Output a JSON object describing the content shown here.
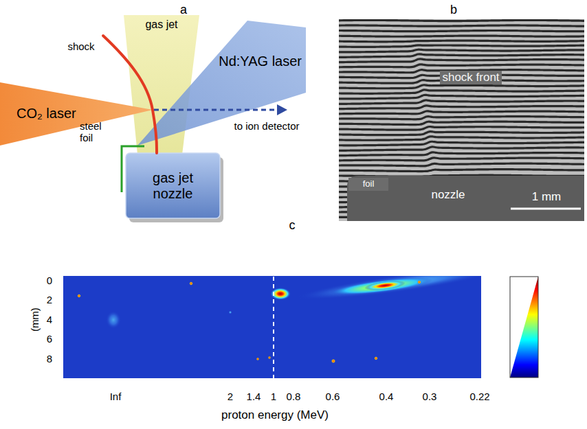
{
  "diagram": {
    "nodes": [
      {
        "text": [
          "gas jet"
        ]
      },
      {
        "text": [
          "CO₂ laser"
        ]
      },
      {
        "text": [
          "Nd:YAG laser"
        ]
      },
      {
        "text": [
          "gas jet nozzle"
        ]
      }
    ],
    "labels": [
      "a",
      "b",
      "c",
      "shock",
      "steel foil",
      "to ion detector",
      "shock front",
      "foil",
      "nozzle",
      "1 mm",
      "0",
      "2",
      "4",
      "6",
      "8",
      "(mm)",
      "Inf",
      "2",
      "1.4",
      "1",
      "0.8",
      "0.6",
      "0.4",
      "0.3",
      "0.22",
      "proton energy (MeV)"
    ]
  }
}
